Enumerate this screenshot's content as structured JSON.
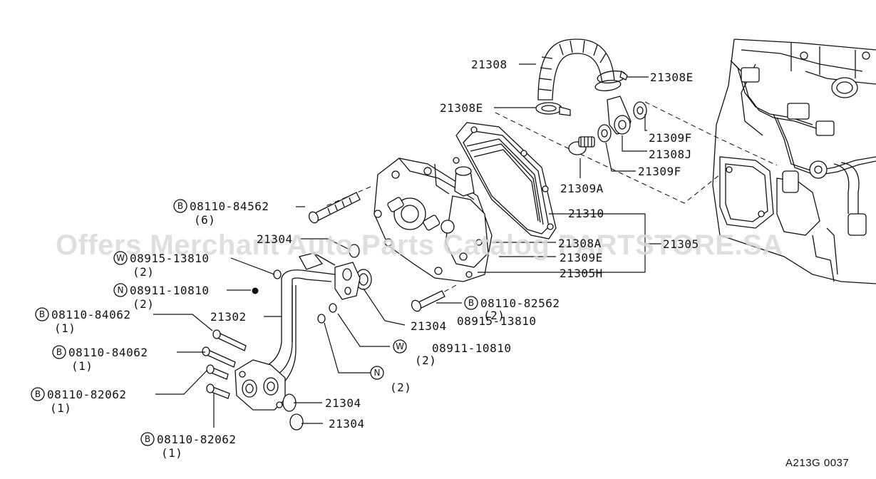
{
  "diagram": {
    "watermark": "Offers Merchant Auto Parts Catalog PARTSTORE.SA",
    "figure_code": "A213G 0037",
    "labels": {
      "p21308": "21308",
      "p21308E_a": "21308E",
      "p21308E_b": "21308E",
      "p21309F_a": "21309F",
      "p21308J": "21308J",
      "p21309F_b": "21309F",
      "p21309A": "21309A",
      "p21310": "21310",
      "p21305": "21305",
      "p21308A": "21308A",
      "p21309E": "21309E",
      "p21305H": "21305H",
      "p21304_top": "21304",
      "p21304_mid": "21304",
      "p21304_low1": "21304",
      "p21304_low2": "21304",
      "p21302": "21302",
      "bolt_84562": "08110-84562",
      "bolt_84562_qty": "(6)",
      "washer_13810": "08915-13810",
      "washer_13810_qty": "(2)",
      "nut_10810": "08911-10810",
      "nut_10810_qty": "(2)",
      "bolt_84062_a": "08110-84062",
      "bolt_84062_a_qty": "(1)",
      "bolt_84062_b": "08110-84062",
      "bolt_84062_b_qty": "(1)",
      "bolt_82062_a": "08110-82062",
      "bolt_82062_a_qty": "(1)",
      "bolt_82062_b": "08110-82062",
      "bolt_82062_b_qty": "(1)",
      "bolt_82562": "08110-82562",
      "washer_13810_r": "08915-13810",
      "washer_13810_r_qty": "(2)",
      "nut_10810_r": "08911-10810",
      "nut_10810_r_qty": "(2)",
      "nut_r_qty": "(2)"
    },
    "symbols": {
      "bolt": "B",
      "washer": "W",
      "nut": "N"
    }
  }
}
